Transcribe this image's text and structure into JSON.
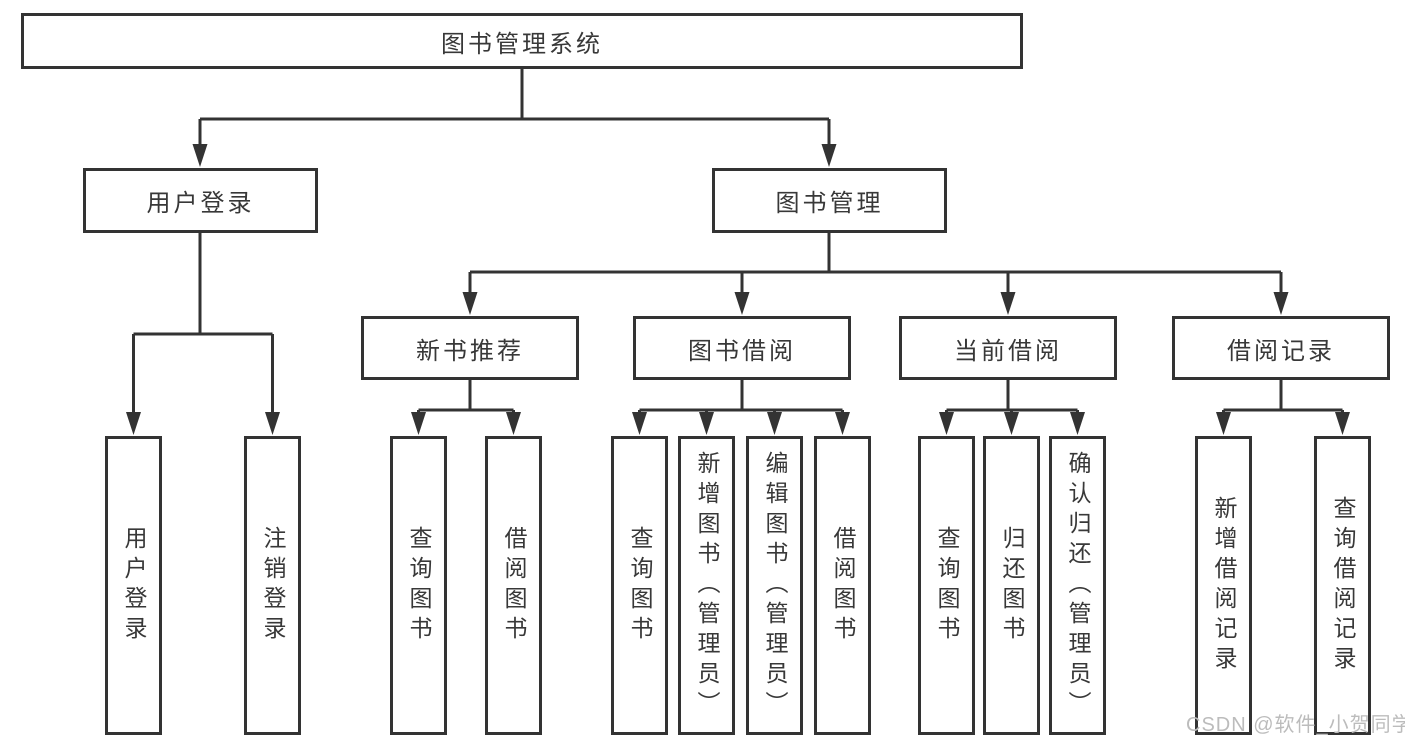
{
  "diagram_title": "图书管理系统",
  "tree": {
    "label": "图书管理系统",
    "children": [
      {
        "label": "用户登录",
        "children": [
          {
            "label": "用户登录"
          },
          {
            "label": "注销登录"
          }
        ]
      },
      {
        "label": "图书管理",
        "children": [
          {
            "label": "新书推荐",
            "children": [
              {
                "label": "查询图书"
              },
              {
                "label": "借阅图书"
              }
            ]
          },
          {
            "label": "图书借阅",
            "children": [
              {
                "label": "查询图书"
              },
              {
                "label": "新增图书（管理员）"
              },
              {
                "label": "编辑图书（管理员）"
              },
              {
                "label": "借阅图书"
              }
            ]
          },
          {
            "label": "当前借阅",
            "children": [
              {
                "label": "查询图书"
              },
              {
                "label": "归还图书"
              },
              {
                "label": "确认归还（管理员）"
              }
            ]
          },
          {
            "label": "借阅记录",
            "children": [
              {
                "label": "新增借阅记录"
              },
              {
                "label": "查询借阅记录"
              }
            ]
          }
        ]
      }
    ]
  },
  "watermark": {
    "text": "CSDN @软件_小贺同学"
  },
  "colors": {
    "line": "#333333",
    "box_border": "#333333",
    "text": "#383838",
    "watermark": "#bcbcbc",
    "background": "#ffffff"
  }
}
